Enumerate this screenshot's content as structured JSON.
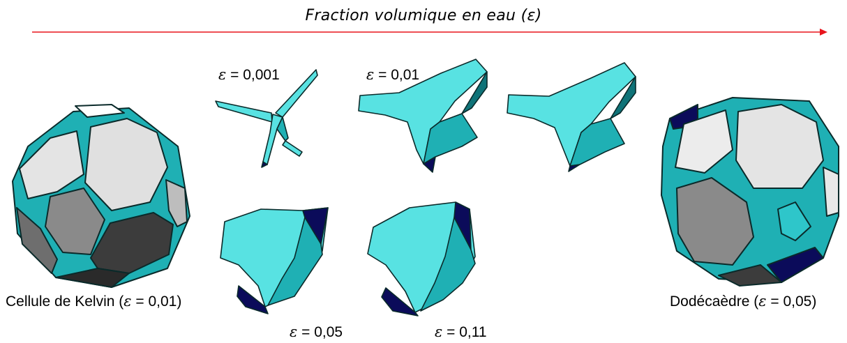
{
  "header": {
    "title": "Fraction volumique en eau (ε)"
  },
  "labels": {
    "eps_symbol": "ε",
    "strut_a": "= 0,001",
    "strut_b": "= 0,01",
    "node_a": "= 0,05",
    "node_b": "= 0,11",
    "kelvin_prefix": "Cellule de Kelvin (",
    "kelvin_value": "= 0,01)",
    "dodeca_prefix": "Dodécaèdre (",
    "dodeca_value": "= 0,05)"
  },
  "colors": {
    "arrow": "#e8141c",
    "cyan_light": "#58e2e2",
    "cyan_mid": "#1fb0b4",
    "cyan_dark": "#0f7378",
    "navy": "#0b0b5a",
    "face_light": "#e4e4e4",
    "face_mid": "#8a8a8a",
    "face_dark": "#3c3c3c",
    "outline": "#0a2a2a"
  }
}
